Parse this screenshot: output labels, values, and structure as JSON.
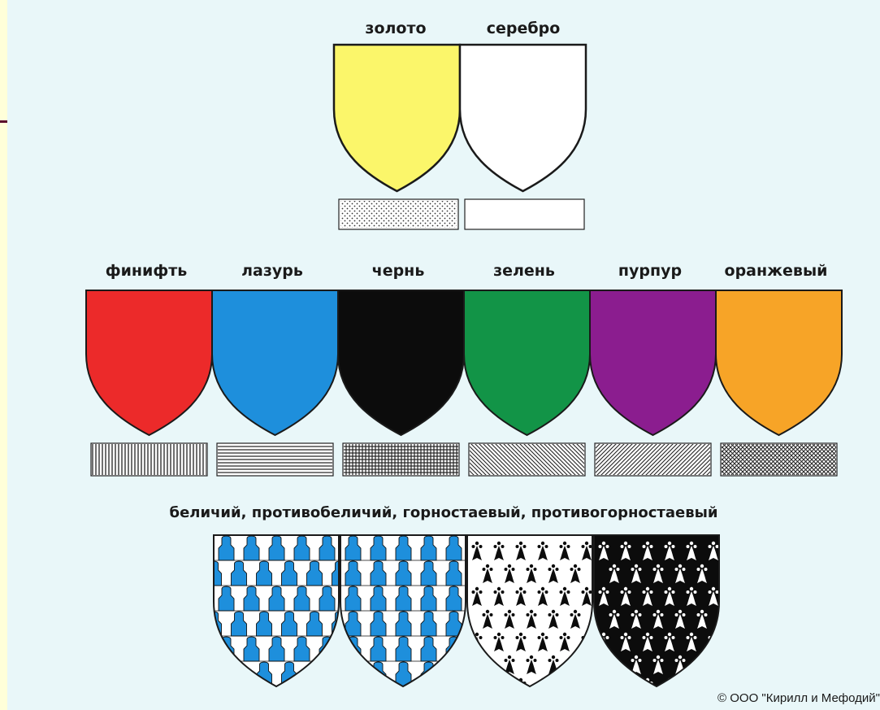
{
  "metals": {
    "items": [
      {
        "label": "золото",
        "color": "#fbf66a",
        "hatch": "dots"
      },
      {
        "label": "серебро",
        "color": "#ffffff",
        "hatch": "plain"
      }
    ]
  },
  "colors": {
    "items": [
      {
        "label": "финифть",
        "color": "#ec2a2a",
        "hatch": "vertical"
      },
      {
        "label": "лазурь",
        "color": "#1e8fdc",
        "hatch": "horizontal"
      },
      {
        "label": "чернь",
        "color": "#0c0c0c",
        "hatch": "grid"
      },
      {
        "label": "зелень",
        "color": "#129447",
        "hatch": "diag-down"
      },
      {
        "label": "пурпур",
        "color": "#8b1d8f",
        "hatch": "diag-up"
      },
      {
        "label": "оранжевый",
        "color": "#f7a427",
        "hatch": "crosshatch"
      }
    ]
  },
  "furs": {
    "caption": "беличий, противобеличий, горностаевый, противогорностаевый",
    "items": [
      {
        "pattern": "vair",
        "field_color": "#1e8fdc",
        "ground_color": "#ffffff"
      },
      {
        "pattern": "counter-vair",
        "field_color": "#1e8fdc",
        "ground_color": "#ffffff"
      },
      {
        "pattern": "ermine",
        "field_color": "#ffffff",
        "spot_color": "#0c0c0c"
      },
      {
        "pattern": "counter-ermine",
        "field_color": "#0c0c0c",
        "spot_color": "#ffffff"
      }
    ]
  },
  "copyright": "© ООО \"Кирилл и Мефодий\""
}
